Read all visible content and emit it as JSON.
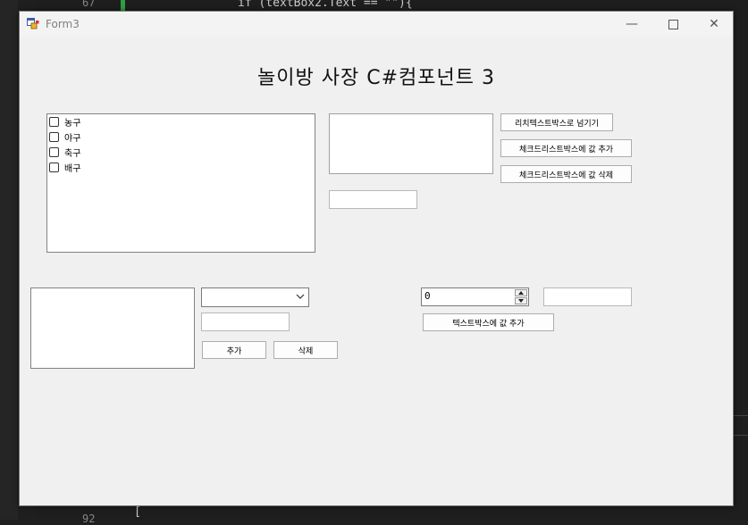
{
  "editor": {
    "line_number_top": "67",
    "code_top": "if (textBox2.Text == \"\"){",
    "bracket_bottom": "[",
    "line_number_bottom": "92"
  },
  "window": {
    "title": "Form3",
    "minimize_glyph": "—",
    "close_glyph": "✕"
  },
  "heading": "놀이방 사장 C#컴포넌트 3",
  "checked_list": {
    "items": [
      "농구",
      "야구",
      "축구",
      "배구"
    ]
  },
  "buttons": {
    "rich_textbox": "리치텍스트박스로 넘기기",
    "checklist_add": "체크드리스트박스에 값 추가",
    "checklist_delete": "체크드리스트박스에 값 삭제",
    "add": "추가",
    "delete": "삭제",
    "textbox_add": "텍스트박스에 값 추가"
  },
  "numeric": {
    "value": "0"
  },
  "icons": {
    "combo_arrow": "chevron-down-icon",
    "spin_up": "triangle-up-icon",
    "spin_down": "triangle-down-icon"
  }
}
